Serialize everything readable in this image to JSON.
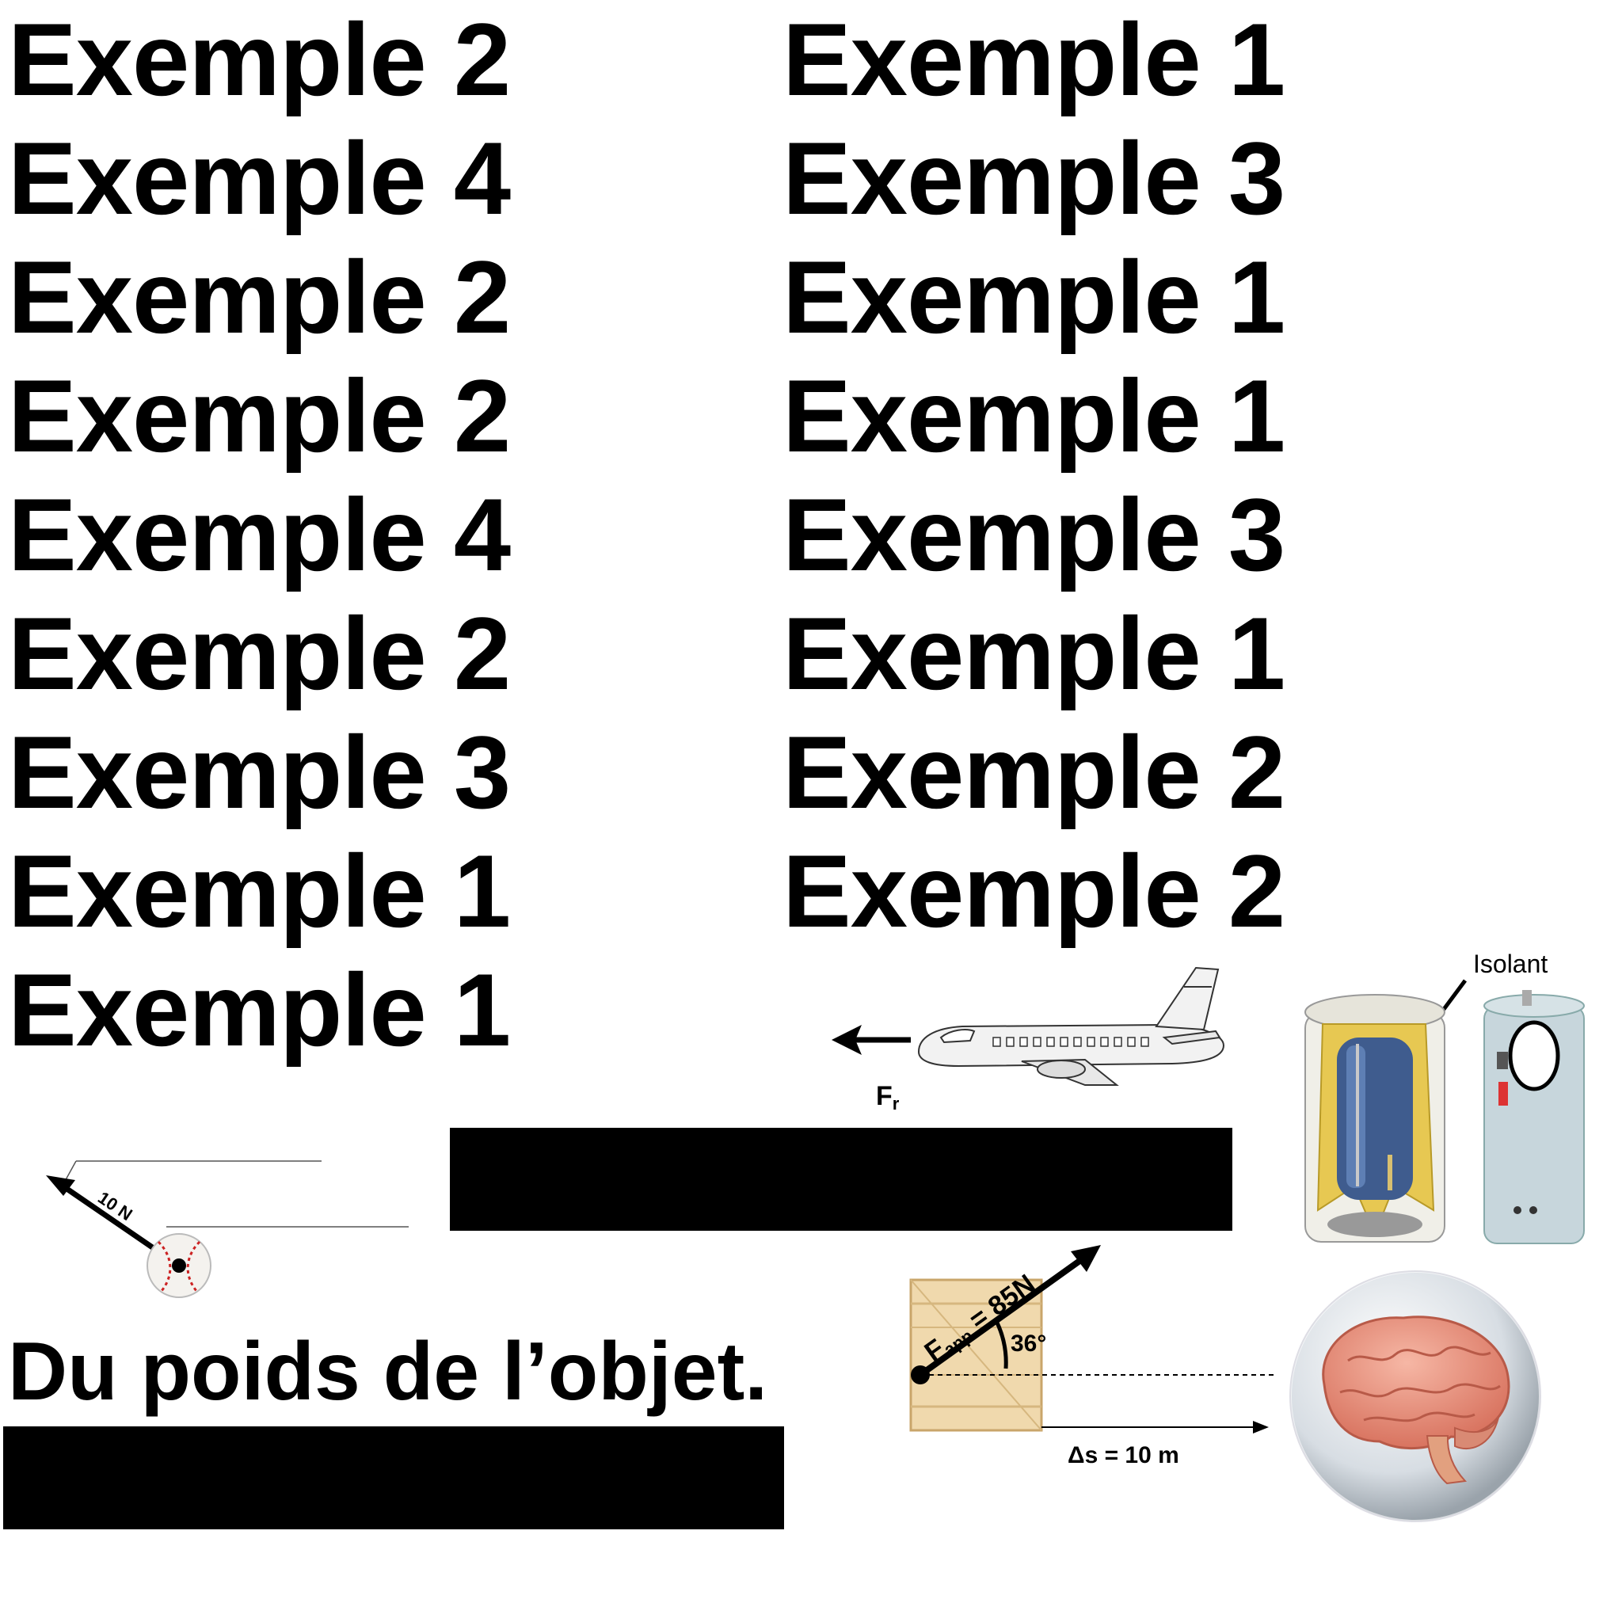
{
  "left_column": [
    "Exemple 2",
    "Exemple 4",
    "Exemple 2",
    "Exemple 2",
    "Exemple 4",
    "Exemple 2",
    "Exemple 3",
    "Exemple 1",
    "Exemple 1"
  ],
  "right_column": [
    "Exemple 1",
    "Exemple 3",
    "Exemple 1",
    "Exemple 1",
    "Exemple 3",
    "Exemple 1",
    "Exemple 2",
    "Exemple 2"
  ],
  "answer_text": "Du poids de l’objet.",
  "airplane": {
    "force_label": "F",
    "force_sub": "r"
  },
  "water_heater": {
    "label": "Isolant"
  },
  "baseball": {
    "force_label": "10 N"
  },
  "crate": {
    "force_main": "F",
    "force_sub": "app",
    "force_value": " = 85N",
    "angle": "36°",
    "displacement": "Δs = 10 m"
  },
  "colors": {
    "text": "#000000",
    "redaction": "#000000",
    "background": "#ffffff"
  }
}
